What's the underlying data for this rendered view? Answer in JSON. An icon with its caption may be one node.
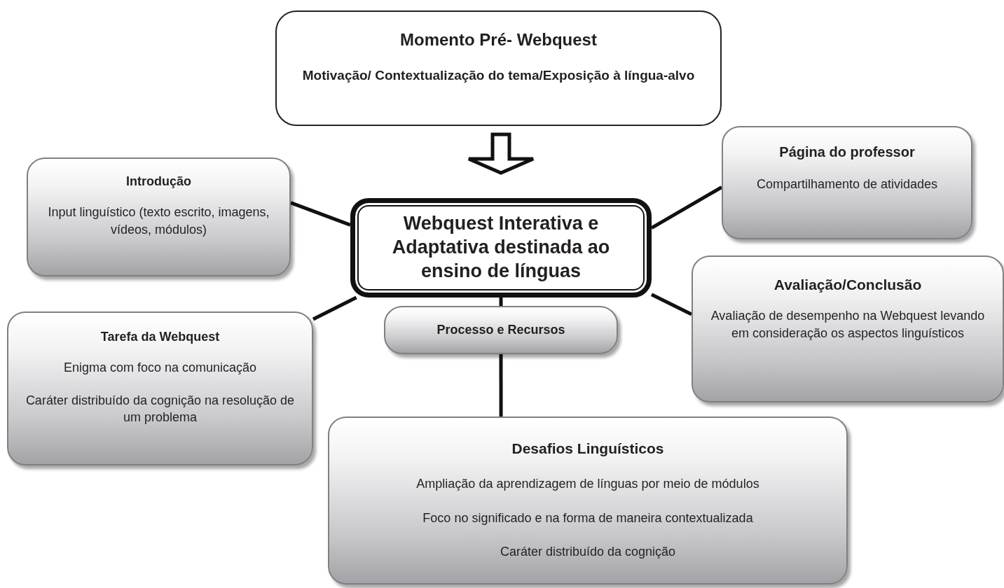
{
  "diagram": {
    "nodes": [
      {
        "text": [
          "Momento Pré- Webquest",
          "Motivação/ Contextualização do tema/Exposição à língua-alvo"
        ]
      },
      {
        "text": [
          "Introdução",
          "Input linguístico (texto escrito, imagens, vídeos, módulos)"
        ]
      },
      {
        "text": [
          "Webquest Interativa e Adaptativa destinada ao ensino de línguas"
        ]
      },
      {
        "text": [
          "Página do professor",
          "Compartilhamento de atividades"
        ]
      },
      {
        "text": [
          "Avaliação/Conclusão",
          "Avaliação de desempenho na Webquest levando em consideração os  aspectos linguísticos"
        ]
      },
      {
        "text": [
          "Tarefa da Webquest",
          "Enigma com foco na comunicação",
          "Caráter distribuído da cognição na resolução de um problema"
        ]
      },
      {
        "text": [
          "Processo e Recursos"
        ]
      },
      {
        "text": [
          "Desafios Linguísticos",
          "Ampliação da aprendizagem de línguas por meio de módulos",
          "Foco no significado e na forma de maneira contextualizada",
          "Caráter distribuído da cognição"
        ]
      }
    ],
    "edges": [
      {
        "from": 0,
        "to": 2,
        "arrow": "to",
        "style": "thick"
      },
      {
        "from": 1,
        "to": 2,
        "arrow": "none"
      },
      {
        "from": 3,
        "to": 2,
        "arrow": "none"
      },
      {
        "from": 4,
        "to": 2,
        "arrow": "none"
      },
      {
        "from": 5,
        "to": 2,
        "arrow": "none"
      },
      {
        "from": 2,
        "to": 6,
        "arrow": "none"
      },
      {
        "from": 6,
        "to": 7,
        "arrow": "none"
      }
    ]
  }
}
